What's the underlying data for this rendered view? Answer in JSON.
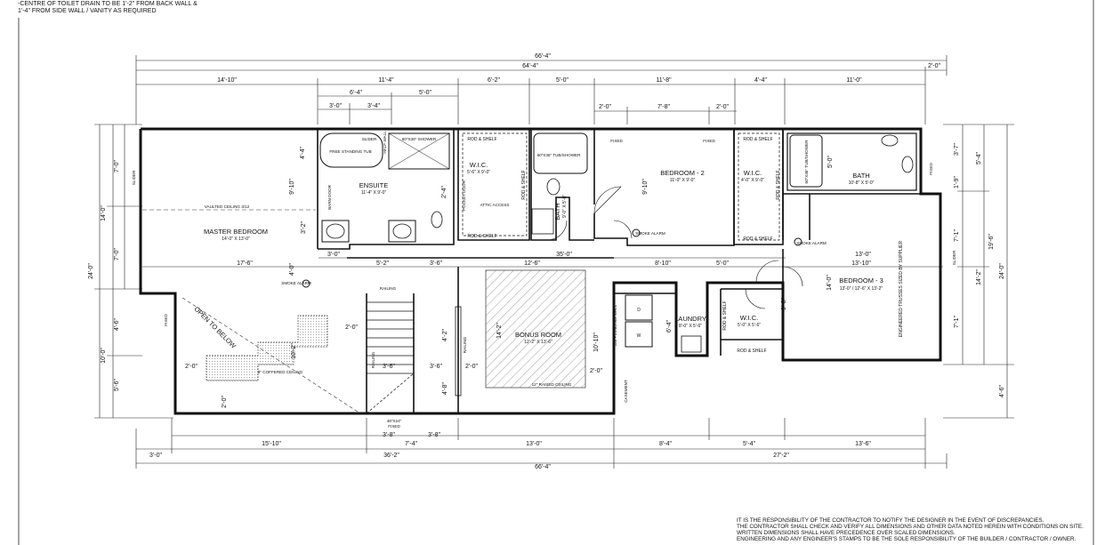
{
  "notes": {
    "line1": "-CENTRE OF TOILET DRAIN TO BE 1'-2\" FROM BACK WALL &",
    "line2": "1'-4\" FROM SIDE WALL / VANITY AS REQUIRED"
  },
  "footer": {
    "line1": "IT IS THE RESPONSIBILITY OF THE CONTRACTOR TO NOTIFY THE DESIGNER IN THE EVENT OF DISCREPANCIES.",
    "line2": "THE CONTRACTOR SHALL CHECK AND VERIFY ALL DIMENSIONS AND OTHER DATA NOTED HEREIN WITH CONDITIONS ON SITE.",
    "line3": "WRITTEN DIMENSIONS SHALL HAVE PRECEDENCE OVER SCALED DIMENSIONS.",
    "line4": "ENGINEERING AND ANY ENGINEER'S STAMPS TO BE THE SOLE RESPONSIBILITY OF THE BUILDER / CONTRACTOR / OWNER."
  },
  "rooms": {
    "master": {
      "name": "MASTER BEDROOM",
      "size": "14'-0\" X 13'-0\""
    },
    "ensuite": {
      "name": "ENSUITE",
      "size": "11'-4\" X 9'-0\""
    },
    "wic1": {
      "name": "W.I.C.",
      "size": "5'-6\" X 9'-0\""
    },
    "bath1": {
      "name": "BATH",
      "size": "9'-0\" X 5'-0\""
    },
    "bed2": {
      "name": "BEDROOM - 2",
      "size": "11'-0\" X 9'-0\""
    },
    "wic2": {
      "name": "W.I.C.",
      "size": "4'-0\" X 9'-0\""
    },
    "bath2": {
      "name": "BATH",
      "size": "10'-8\" X 5'-0\""
    },
    "bed3": {
      "name": "BEDROOM - 3",
      "size": "13'-0\" / 12'-6\" X 13'-2\""
    },
    "bonus": {
      "name": "BONUS ROOM",
      "size": "12'-2\" X 13'-6\""
    },
    "laundry": {
      "name": "LAUNDRY",
      "size": "8'-0\" X 5'-6\""
    },
    "wic3": {
      "name": "W.I.C.",
      "size": "5'-0\" X 5'-6\""
    }
  },
  "labels": {
    "rod_shelf": "ROD & SHELF",
    "vaulted": "VAULTED CEILING 3/12",
    "open_below": "OPEN TO BELOW",
    "coffered": "8\" COFFERED CEILING",
    "raised": "12\" RAISED CEILING",
    "railing": "RAILING",
    "smoke_alarm": "SMOKE ALARM",
    "trusses": "ENGINEERED TRUSSES SIZED BY SUPPLIER",
    "tub_shower": "60\"X36\" TUB/SHOWER",
    "shower": "60\"X36\" SHOWER",
    "tub": "FREE STANDING TUB",
    "half_wall": "HALF WALL",
    "attic": "ATTIC ACCESS",
    "plumbing_wall": "2x6 PLUMBING WALL",
    "fixed_window": "FIXED",
    "slider": "SLIDER",
    "window_48x24": "48\"X24\"",
    "casement": "CASEMENT",
    "pocket_door": "POCKET DOOR",
    "barn_door": "BARN DOOR",
    "washer": "W",
    "dryer": "D"
  },
  "dims": {
    "overall": "66'-4\"",
    "top64": "64'-4\"",
    "top2": "2'-0\"",
    "t1": "14'-10\"",
    "t2": "11'-4\"",
    "t3": "6'-2\"",
    "t4": "5'-0\"",
    "t5": "11'-8\"",
    "t6": "4'-4\"",
    "t7": "11'-0\"",
    "e1": "6'-4\"",
    "e2": "5'-0\"",
    "e3": "3'-0\"",
    "e4": "3'-4\"",
    "b1": "2'-0\"",
    "b2": "7'-8\"",
    "b3": "2'-0\"",
    "m1": "17'-6\"",
    "m2": "5'-2\"",
    "m3": "3'-6\"",
    "m4": "12'-6\"",
    "m5": "8'-10\"",
    "m6": "5'-0\"",
    "m7": "13'-10\"",
    "m8": "35'-0\"",
    "m9": "13'-0\"",
    "bt1": "15'-10\"",
    "bt2": "7'-4\"",
    "bt3": "13'-0\"",
    "bt4": "8'-4\"",
    "bt5": "5'-4\"",
    "bt6": "13'-6\"",
    "bb1": "36'-2\"",
    "bb2": "27'-2\"",
    "bb3": "3'-0\"",
    "bb4": "66'-4\"",
    "l1": "7'-0\"",
    "l2": "14'-0\"",
    "l3": "7'-0\"",
    "l4": "24'-0\"",
    "l5": "4'-6\"",
    "l6": "10'-0\"",
    "l7": "5'-6\"",
    "r1": "3'-7\"",
    "r2": "5'-4\"",
    "r3": "1'-9\"",
    "r4": "7'-1\"",
    "r5": "19'-6\"",
    "r6": "24'-0\"",
    "r7": "14'-2\"",
    "r8": "7'-1\"",
    "r9": "4'-6\"",
    "s1": "3'-8\"",
    "s2": "3'-8\"",
    "s3": "3'-6\"",
    "s4": "3'-6\"",
    "s5": "2'-0\"",
    "s6": "10'-2\"",
    "s7": "2'-0\"",
    "s8": "2'-0\"",
    "s9": "2'-0\"",
    "s10": "2'-0\"",
    "s11": "4'-8\"",
    "s12": "4'-2\"",
    "s13": "14'-2\"",
    "s14": "10'-10\"",
    "s15": "9'-10\"",
    "s16": "9'-10\"",
    "s17": "14'-0\"",
    "s18": "9'-8\"",
    "s19": "6'-4\"",
    "s20": "3'-2\"",
    "s21": "4'-0\"",
    "s22": "4'-4\"",
    "s23": "2'-4\"",
    "s24": "5'-0\""
  }
}
